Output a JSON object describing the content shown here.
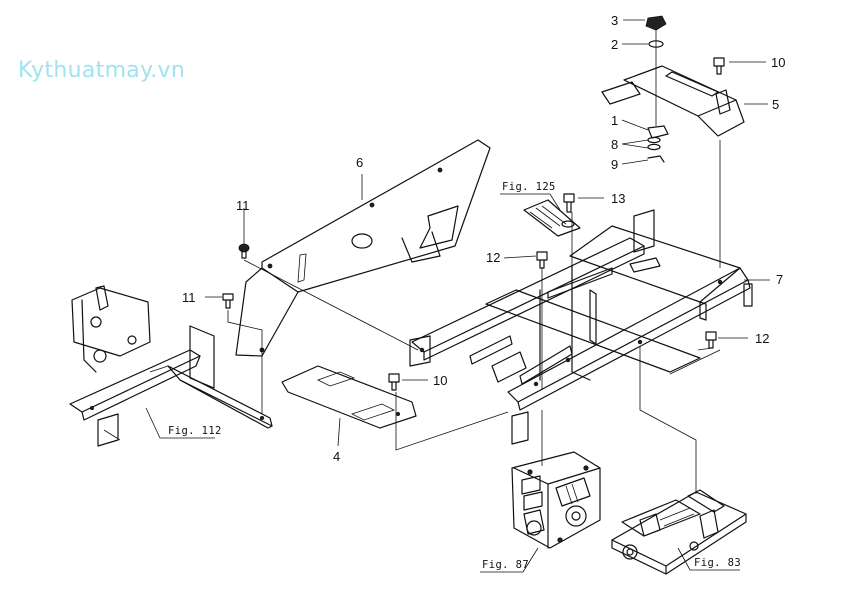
{
  "watermark": "Kythuatmay.vn",
  "callouts": {
    "p1": "1",
    "p2": "2",
    "p3": "3",
    "p4": "4",
    "p5": "5",
    "p6": "6",
    "p7": "7",
    "p8": "8",
    "p9": "9",
    "p10a": "10",
    "p10b": "10",
    "p11a": "11",
    "p11b": "11",
    "p12a": "12",
    "p12b": "12",
    "p13": "13"
  },
  "figure_refs": {
    "fig125": "Fig. 125",
    "fig112": "Fig. 112",
    "fig87": "Fig. 87",
    "fig83": "Fig. 83"
  }
}
